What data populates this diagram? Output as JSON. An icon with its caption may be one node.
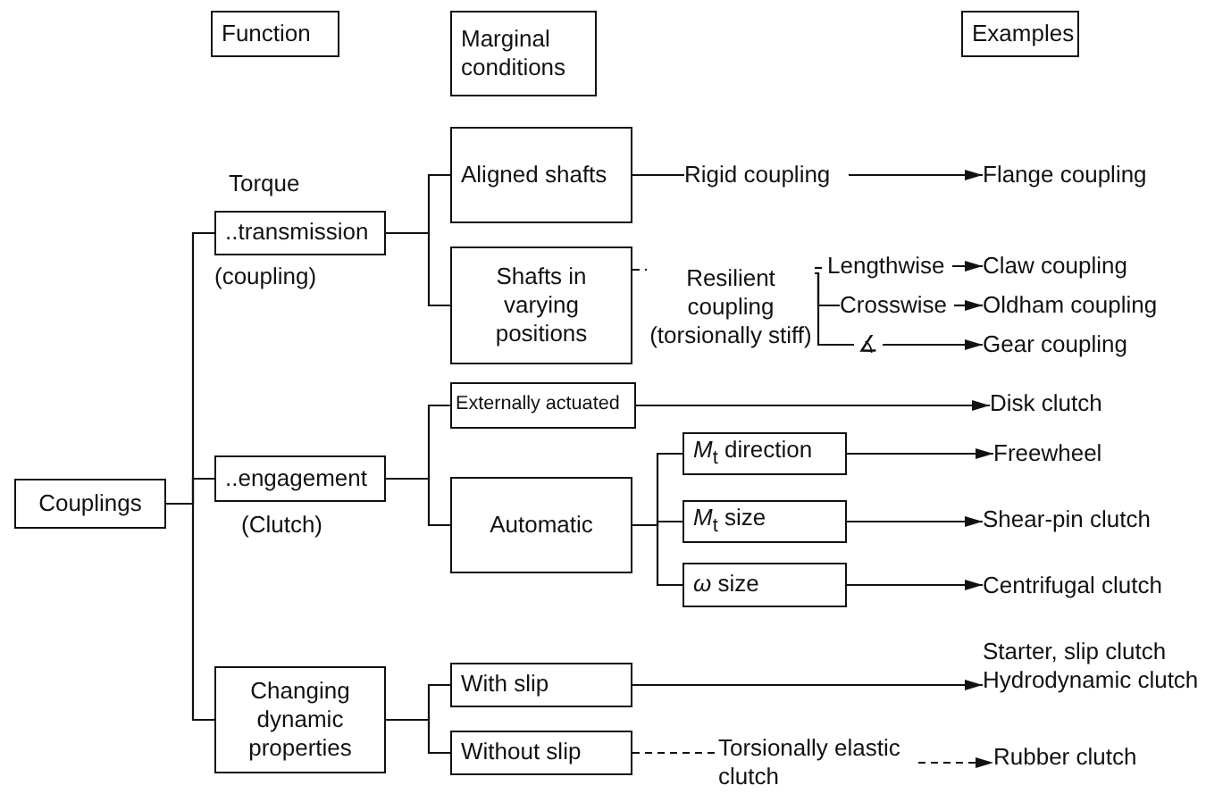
{
  "diagram": {
    "nodes": [
      {
        "text": [
          "Function"
        ]
      },
      {
        "text": [
          "Marginal conditions"
        ]
      },
      {
        "text": [
          "Examples"
        ]
      },
      {
        "text": [
          "Couplings"
        ]
      },
      {
        "text": [
          "..transmission"
        ],
        "beside": [
          "Torque",
          "(coupling)"
        ]
      },
      {
        "text": [
          "..engagement"
        ],
        "beside": [
          "(Clutch)"
        ]
      },
      {
        "text": [
          "Changing dynamic properties"
        ]
      },
      {
        "text": [
          "Aligned shafts"
        ]
      },
      {
        "text": [
          "Shafts in varying positions"
        ]
      },
      {
        "text": [
          "Externally actuated"
        ]
      },
      {
        "text": [
          "Automatic"
        ]
      },
      {
        "text": [
          "*M*$_{t}$ direction"
        ]
      },
      {
        "text": [
          "*M*$_{t}$ size"
        ]
      },
      {
        "text": [
          "*ω* size"
        ]
      },
      {
        "text": [
          "With slip"
        ]
      },
      {
        "text": [
          "Without slip"
        ]
      },
      {
        "text": [
          "Rigid coupling"
        ]
      },
      {
        "text": [
          "Resilient coupling",
          "(torsionally stiff)"
        ]
      },
      {
        "text": [
          "Lengthwise"
        ]
      },
      {
        "text": [
          "Crosswise"
        ]
      },
      {
        "text": [
          "∡"
        ]
      },
      {
        "text": [
          "Torsionally elastic clutch"
        ]
      },
      {
        "text": [
          "Flange coupling"
        ]
      },
      {
        "text": [
          "Claw coupling"
        ]
      },
      {
        "text": [
          "Oldham coupling"
        ]
      },
      {
        "text": [
          "Gear coupling"
        ]
      },
      {
        "text": [
          "Disk clutch"
        ]
      },
      {
        "text": [
          "Freewheel"
        ]
      },
      {
        "text": [
          "Shear-pin clutch"
        ]
      },
      {
        "text": [
          "Centrifugal clutch"
        ]
      },
      {
        "text": [
          "Starter, slip clutch",
          "Hydrodynamic clutch"
        ]
      },
      {
        "text": [
          "Rubber clutch"
        ]
      }
    ],
    "edges": [
      {
        "from": 3,
        "to": 4,
        "arrow": "none"
      },
      {
        "from": 3,
        "to": 5,
        "arrow": "none"
      },
      {
        "from": 3,
        "to": 6,
        "arrow": "none"
      },
      {
        "from": 4,
        "to": 7,
        "arrow": "none"
      },
      {
        "from": 4,
        "to": 8,
        "arrow": "none"
      },
      {
        "from": 5,
        "to": 9,
        "arrow": "none"
      },
      {
        "from": 5,
        "to": 10,
        "arrow": "none"
      },
      {
        "from": 6,
        "to": 14,
        "arrow": "none"
      },
      {
        "from": 6,
        "to": 15,
        "arrow": "none"
      },
      {
        "from": 10,
        "to": 11,
        "arrow": "none"
      },
      {
        "from": 10,
        "to": 12,
        "arrow": "none"
      },
      {
        "from": 10,
        "to": 13,
        "arrow": "none"
      },
      {
        "from": 7,
        "to": 16,
        "arrow": "none"
      },
      {
        "from": 8,
        "to": 17,
        "arrow": "none",
        "style": "dashed"
      },
      {
        "from": 17,
        "to": 18,
        "arrow": "none",
        "style": "dashed"
      },
      {
        "from": 17,
        "to": 19,
        "arrow": "none"
      },
      {
        "from": 17,
        "to": 20,
        "arrow": "none"
      },
      {
        "from": 16,
        "to": 22,
        "arrow": "to"
      },
      {
        "from": 18,
        "to": 23,
        "arrow": "to"
      },
      {
        "from": 19,
        "to": 24,
        "arrow": "to"
      },
      {
        "from": 20,
        "to": 25,
        "arrow": "to"
      },
      {
        "from": 9,
        "to": 26,
        "arrow": "to"
      },
      {
        "from": 11,
        "to": 27,
        "arrow": "to"
      },
      {
        "from": 12,
        "to": 28,
        "arrow": "to"
      },
      {
        "from": 13,
        "to": 29,
        "arrow": "to"
      },
      {
        "from": 14,
        "to": 30,
        "arrow": "to"
      },
      {
        "from": 15,
        "to": 21,
        "arrow": "none",
        "style": "dashed"
      },
      {
        "from": 21,
        "to": 31,
        "arrow": "to",
        "style": "dashed"
      }
    ]
  }
}
